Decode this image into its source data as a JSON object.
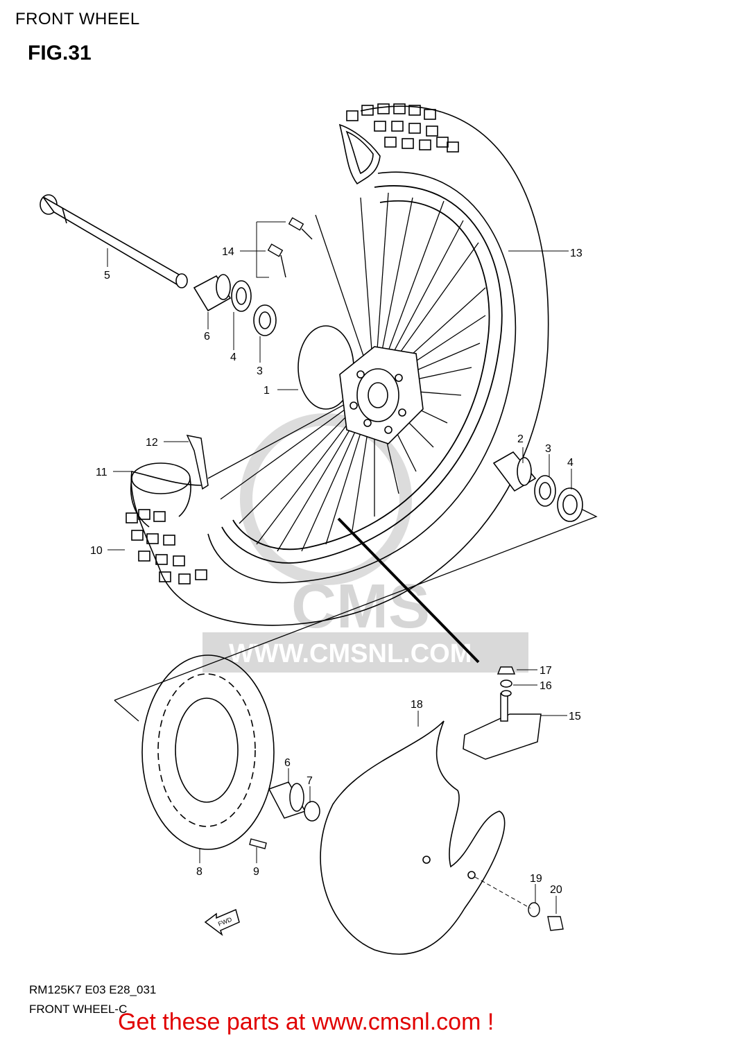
{
  "header": {
    "section_title": "FRONT WHEEL",
    "figure": "FIG.31"
  },
  "callouts": {
    "c1": "1",
    "c2": "2",
    "c3a": "3",
    "c3b": "3",
    "c4a": "4",
    "c4b": "4",
    "c5": "5",
    "c6a": "6",
    "c6b": "6",
    "c7": "7",
    "c8": "8",
    "c9": "9",
    "c10": "10",
    "c11": "11",
    "c12": "12",
    "c13": "13",
    "c14": "14",
    "c15": "15",
    "c16": "16",
    "c17": "17",
    "c18": "18",
    "c19": "19",
    "c20": "20"
  },
  "watermark": {
    "brand": "CMS",
    "url": "WWW.CMSNL.COM"
  },
  "fwd_marker": "FWD",
  "footer": {
    "model_code": "RM125K7 E03 E28_031",
    "caption": "FRONT WHEEL-C",
    "cta": "Get these parts at www.cmsnl.com !"
  },
  "colors": {
    "cta": "#e10000",
    "line": "#000000",
    "watermark": "#d6d6d6"
  }
}
